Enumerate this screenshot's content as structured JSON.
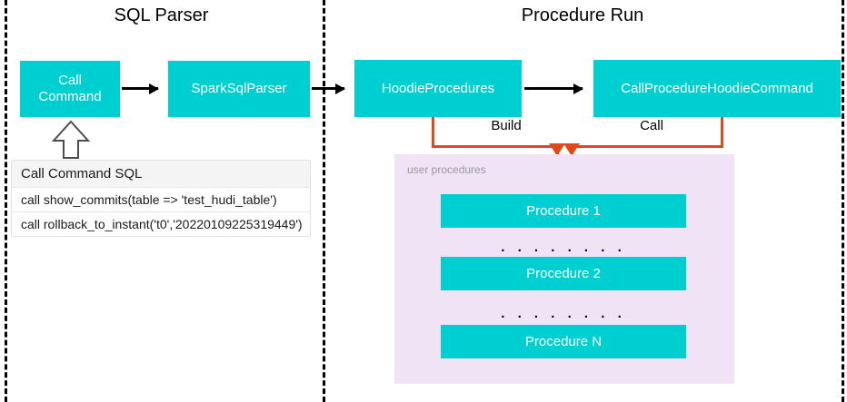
{
  "diagram": {
    "sections": [
      {
        "id": "sql-parser",
        "title": "SQL Parser"
      },
      {
        "id": "procedure-run",
        "title": "Procedure Run"
      }
    ],
    "colors": {
      "teal_box": "#00CFD1",
      "purple_panel": "#F0E3F6",
      "orange_connector": "#E2491A",
      "black_connector": "#000000",
      "table_header_bg": "#F4F4F4",
      "label_gray": "#999999"
    },
    "nodes": {
      "call_command": "Call\nCommand",
      "call_command_line1": "Call",
      "call_command_line2": "Command",
      "spark_sql_parser": "SparkSqlParser",
      "hoodie_procedures": "HoodieProcedures",
      "call_procedure_hoodie_command": "CallProcedureHoodieCommand"
    },
    "edge_labels": {
      "build": "Build",
      "call": "Call"
    },
    "sql_table": {
      "header": "Call Command SQL",
      "rows": [
        "call show_commits(table => 'test_hudi_table')",
        "call rollback_to_instant('t0','20220109225319449')"
      ]
    },
    "user_procedures": {
      "label": "user procedures",
      "items": [
        {
          "name": "Procedure 1"
        },
        {
          "name": "Procedure 2"
        },
        {
          "name": "Procedure N"
        }
      ],
      "ellipsis": ". . . . . . . ."
    },
    "icons": {
      "up_arrow": "hollow-up-arrow-icon",
      "right_arrow": "right-arrow-icon",
      "down_arrow": "down-arrow-icon"
    }
  }
}
